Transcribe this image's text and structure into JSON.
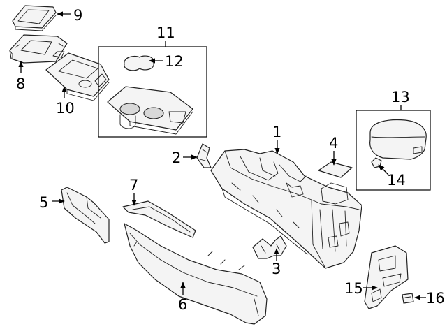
{
  "diagram": {
    "callouts": {
      "c1": "1",
      "c2": "2",
      "c3": "3",
      "c4": "4",
      "c5": "5",
      "c6": "6",
      "c7": "7",
      "c8": "8",
      "c9": "9",
      "c10": "10",
      "c11": "11",
      "c12": "12",
      "c13": "13",
      "c14": "14",
      "c15": "15",
      "c16": "16"
    }
  }
}
